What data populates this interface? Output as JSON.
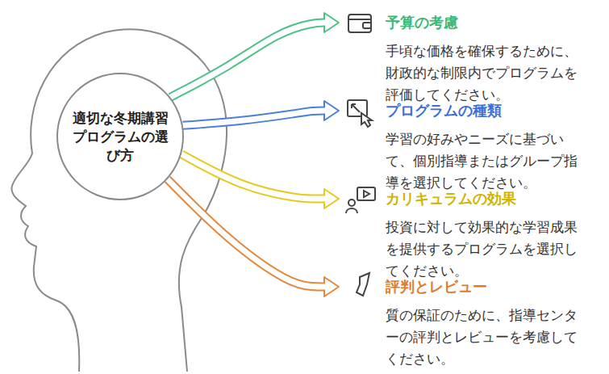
{
  "diagram": {
    "nodes": [
      {
        "text": [
          "適切な冬期講習プログラムの選び方"
        ]
      },
      {
        "text": [
          "予算の考慮",
          "手頃な価格を確保するために、財政的な制限内でプログラムを評価してください。"
        ]
      },
      {
        "text": [
          "プログラムの種類",
          "学習の好みやニーズに基づいて、個別指導またはグループ指導を選択してください。"
        ]
      },
      {
        "text": [
          "カリキュラムの効果",
          "投資に対して効果的な学習成果を提供するプログラムを選択してください。"
        ]
      },
      {
        "text": [
          "評判とレビュー",
          "質の保証のために、指導センターの評判とレビューを考慮してください。"
        ]
      }
    ],
    "edges": [
      {
        "from": 0,
        "to": 1,
        "arrow": "to"
      },
      {
        "from": 0,
        "to": 2,
        "arrow": "to"
      },
      {
        "from": 0,
        "to": 3,
        "arrow": "to"
      },
      {
        "from": 0,
        "to": 4,
        "arrow": "to"
      }
    ]
  }
}
